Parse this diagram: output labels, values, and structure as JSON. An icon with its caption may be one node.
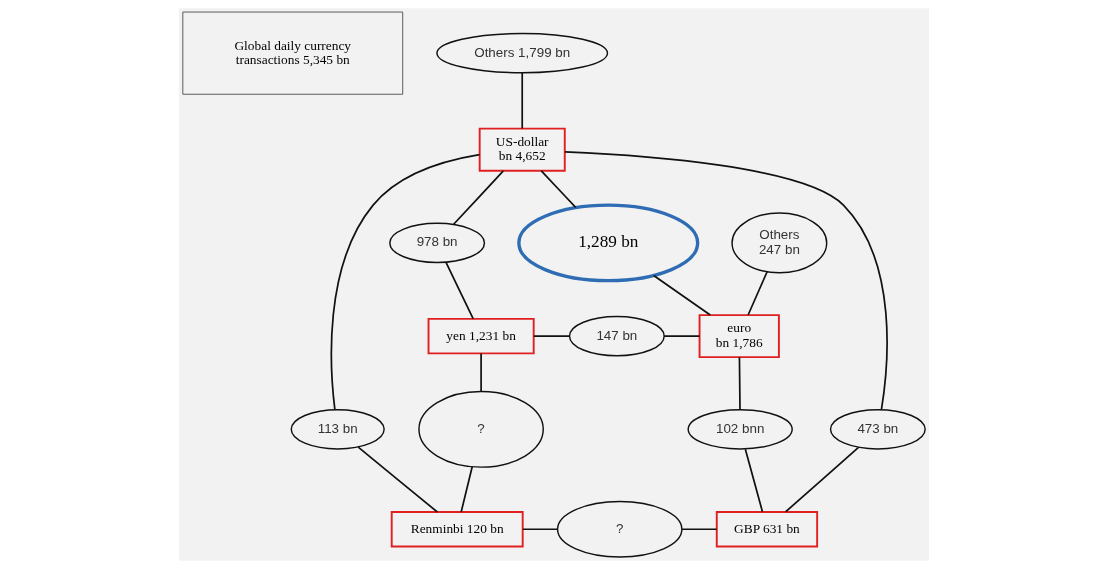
{
  "diagram": {
    "nodes": [
      {
        "text": [
          "Global daily currency transactions 5,345 bn"
        ]
      },
      {
        "text": [
          "Others 1,799 bn"
        ]
      },
      {
        "text": [
          "US-dollar bn 4,652"
        ]
      },
      {
        "text": [
          "Others 247 bn"
        ]
      },
      {
        "text": [
          "978 bn"
        ]
      },
      {
        "text": [
          "1,289 bn"
        ]
      },
      {
        "text": [
          "yen 1,231 bn"
        ]
      },
      {
        "text": [
          "147 bn"
        ]
      },
      {
        "text": [
          "euro bn 1,786"
        ]
      },
      {
        "text": [
          "?"
        ]
      },
      {
        "text": [
          "113 bn"
        ]
      },
      {
        "text": [
          "473 bn"
        ]
      },
      {
        "text": [
          "102 bnn"
        ]
      },
      {
        "text": [
          "Renminbi 120 bn"
        ]
      },
      {
        "text": [
          "?"
        ]
      },
      {
        "text": [
          "GBP 631 bn"
        ]
      }
    ],
    "edges": [
      {
        "from": 1,
        "to": 2,
        "arrow": "none"
      },
      {
        "from": 2,
        "to": 4,
        "arrow": "none"
      },
      {
        "from": 4,
        "to": 6,
        "arrow": "none"
      },
      {
        "from": 2,
        "to": 5,
        "arrow": "none"
      },
      {
        "from": 5,
        "to": 8,
        "arrow": "none"
      },
      {
        "from": 3,
        "to": 8,
        "arrow": "none"
      },
      {
        "from": 6,
        "to": 7,
        "arrow": "none"
      },
      {
        "from": 7,
        "to": 8,
        "arrow": "none"
      },
      {
        "from": 2,
        "to": 10,
        "arrow": "none"
      },
      {
        "from": 2,
        "to": 11,
        "arrow": "none"
      },
      {
        "from": 6,
        "to": 9,
        "arrow": "none"
      },
      {
        "from": 8,
        "to": 12,
        "arrow": "none"
      },
      {
        "from": 9,
        "to": 13,
        "arrow": "none"
      },
      {
        "from": 10,
        "to": 13,
        "arrow": "none"
      },
      {
        "from": 11,
        "to": 15,
        "arrow": "none"
      },
      {
        "from": 12,
        "to": 15,
        "arrow": "none"
      },
      {
        "from": 13,
        "to": 14,
        "arrow": "none"
      },
      {
        "from": 14,
        "to": 15,
        "arrow": "none"
      }
    ]
  }
}
